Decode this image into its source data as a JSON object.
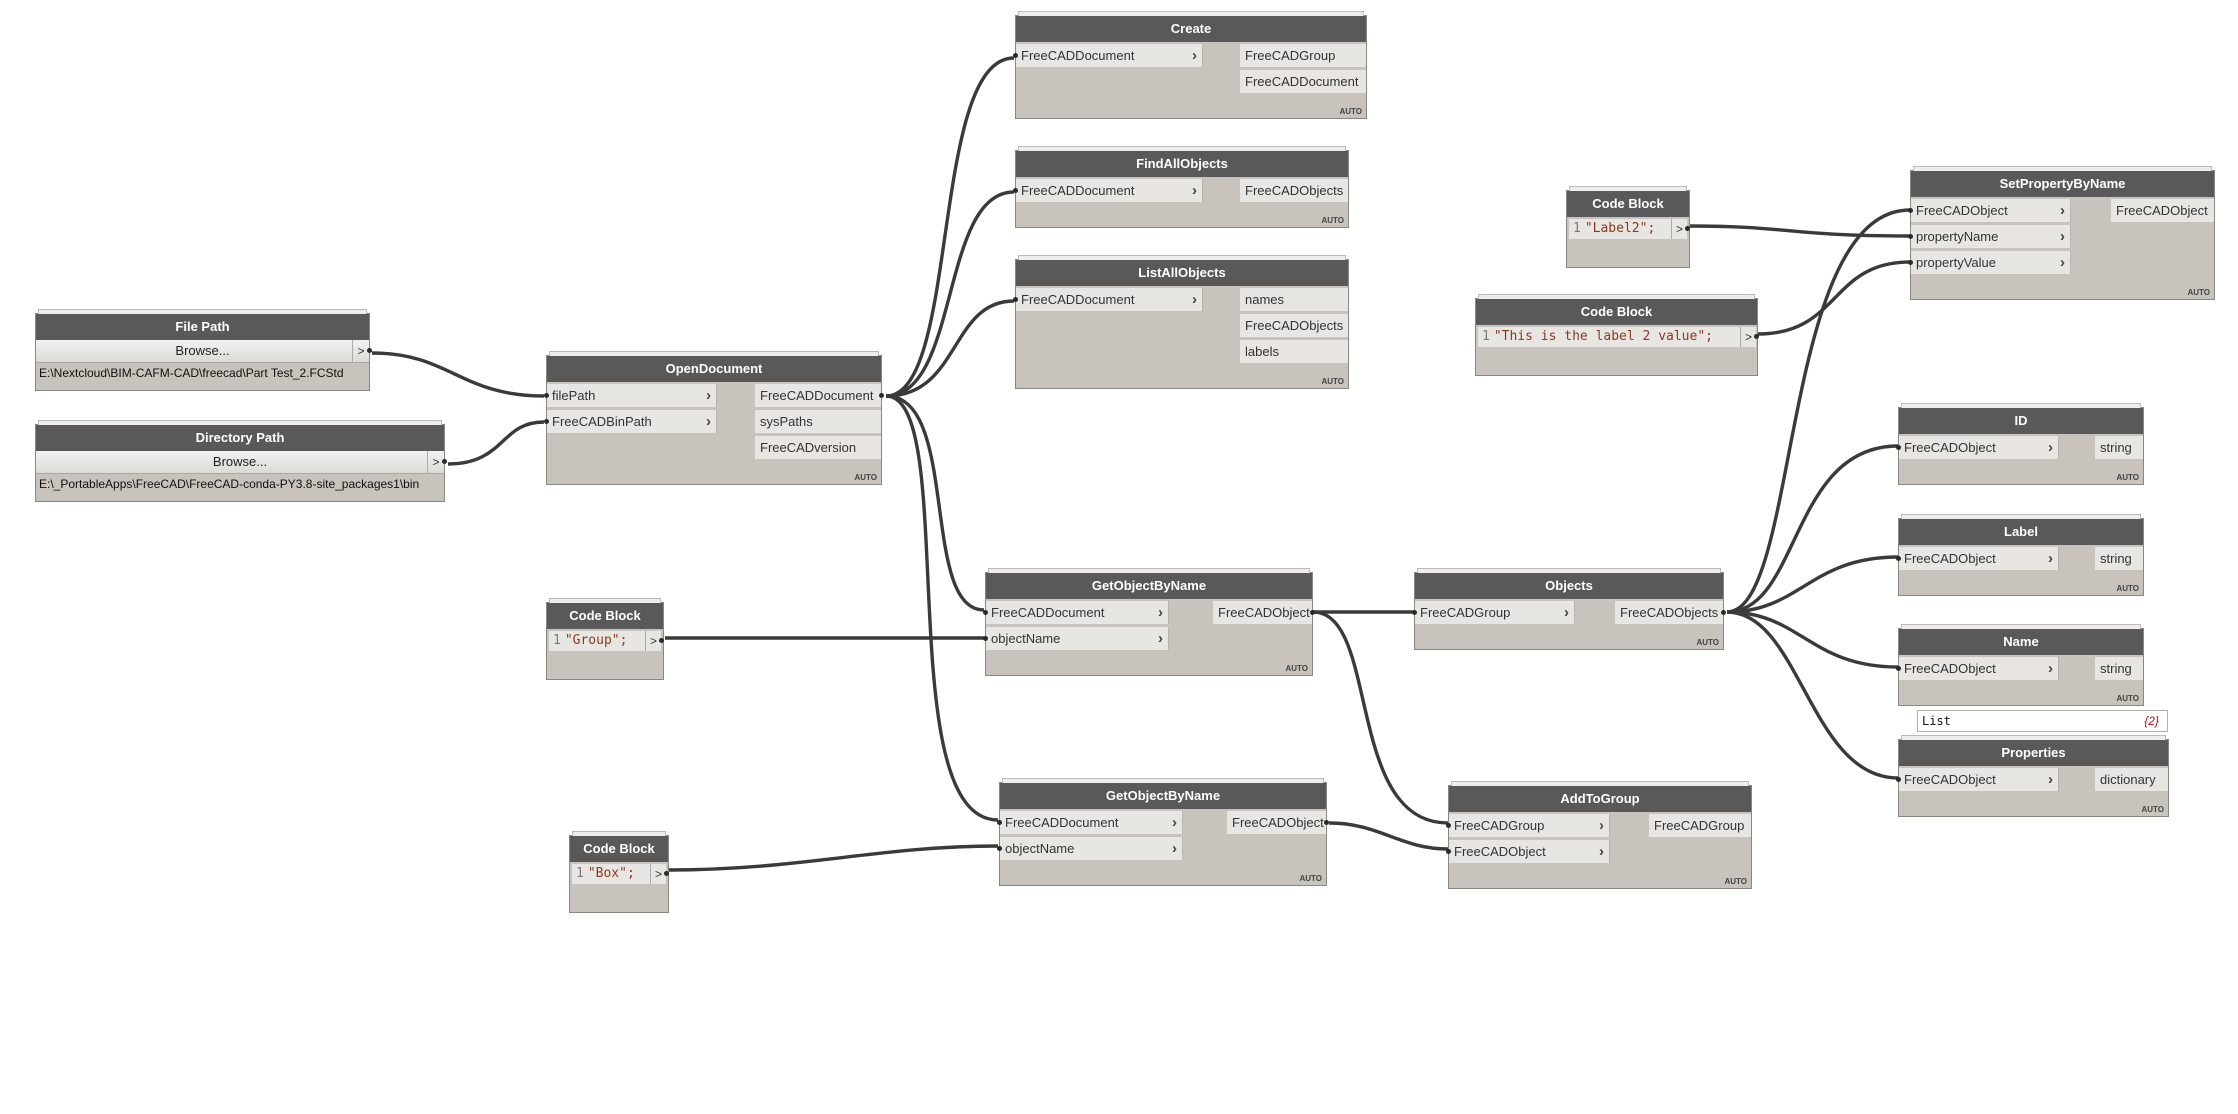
{
  "nodes": {
    "file_path": {
      "title": "File Path",
      "browse_label": "Browse...",
      "arrow": ">",
      "value": "E:\\Nextcloud\\BIM-CAFM-CAD\\freecad\\Part Test_2.FCStd"
    },
    "directory_path": {
      "title": "Directory Path",
      "browse_label": "Browse...",
      "arrow": ">",
      "value": "E:\\_PortableApps\\FreeCAD\\FreeCAD-conda-PY3.8-site_packages1\\bin"
    },
    "open_document": {
      "title": "OpenDocument",
      "inputs": [
        "filePath",
        "FreeCADBinPath"
      ],
      "outputs": [
        "FreeCADDocument",
        "sysPaths",
        "FreeCADversion"
      ],
      "auto": "AUTO"
    },
    "create": {
      "title": "Create",
      "inputs": [
        "FreeCADDocument"
      ],
      "outputs": [
        "FreeCADGroup",
        "FreeCADDocument"
      ],
      "auto": "AUTO"
    },
    "find_all_objects": {
      "title": "FindAllObjects",
      "inputs": [
        "FreeCADDocument"
      ],
      "outputs": [
        "FreeCADObjects"
      ],
      "auto": "AUTO"
    },
    "list_all_objects": {
      "title": "ListAllObjects",
      "inputs": [
        "FreeCADDocument"
      ],
      "outputs": [
        "names",
        "FreeCADObjects",
        "labels"
      ],
      "auto": "AUTO"
    },
    "code_group": {
      "title": "Code Block",
      "line_no": "1",
      "code": "\"Group\";",
      "arrow": ">"
    },
    "code_box": {
      "title": "Code Block",
      "line_no": "1",
      "code": "\"Box\";",
      "arrow": ">"
    },
    "code_label2": {
      "title": "Code Block",
      "line_no": "1",
      "code": "\"Label2\";",
      "arrow": ">"
    },
    "code_label2_value": {
      "title": "Code Block",
      "line_no": "1",
      "code": "\"This is the label 2 value\";",
      "arrow": ">"
    },
    "get_object_by_name_1": {
      "title": "GetObjectByName",
      "inputs": [
        "FreeCADDocument",
        "objectName"
      ],
      "outputs": [
        "FreeCADObject"
      ],
      "auto": "AUTO"
    },
    "get_object_by_name_2": {
      "title": "GetObjectByName",
      "inputs": [
        "FreeCADDocument",
        "objectName"
      ],
      "outputs": [
        "FreeCADObject"
      ],
      "auto": "AUTO"
    },
    "objects": {
      "title": "Objects",
      "inputs": [
        "FreeCADGroup"
      ],
      "outputs": [
        "FreeCADObjects"
      ],
      "auto": "AUTO"
    },
    "add_to_group": {
      "title": "AddToGroup",
      "inputs": [
        "FreeCADGroup",
        "FreeCADObject"
      ],
      "outputs": [
        "FreeCADGroup"
      ],
      "auto": "AUTO"
    },
    "set_property_by_name": {
      "title": "SetPropertyByName",
      "inputs": [
        "FreeCADObject",
        "propertyName",
        "propertyValue"
      ],
      "outputs": [
        "FreeCADObject"
      ],
      "auto": "AUTO"
    },
    "id": {
      "title": "ID",
      "inputs": [
        "FreeCADObject"
      ],
      "outputs": [
        "string"
      ],
      "auto": "AUTO"
    },
    "label": {
      "title": "Label",
      "inputs": [
        "FreeCADObject"
      ],
      "outputs": [
        "string"
      ],
      "auto": "AUTO"
    },
    "name": {
      "title": "Name",
      "inputs": [
        "FreeCADObject"
      ],
      "outputs": [
        "string"
      ],
      "auto": "AUTO"
    },
    "properties": {
      "title": "Properties",
      "inputs": [
        "FreeCADObject"
      ],
      "outputs": [
        "dictionary"
      ],
      "auto": "AUTO"
    }
  },
  "list_preview": {
    "label": "List",
    "count": "{2}"
  },
  "colors": {
    "node_title": "#595959",
    "node_body": "#c8c3bc",
    "port": "#e8e6e3",
    "wire": "#3a3a3a",
    "code_text": "#8a3a1e"
  }
}
